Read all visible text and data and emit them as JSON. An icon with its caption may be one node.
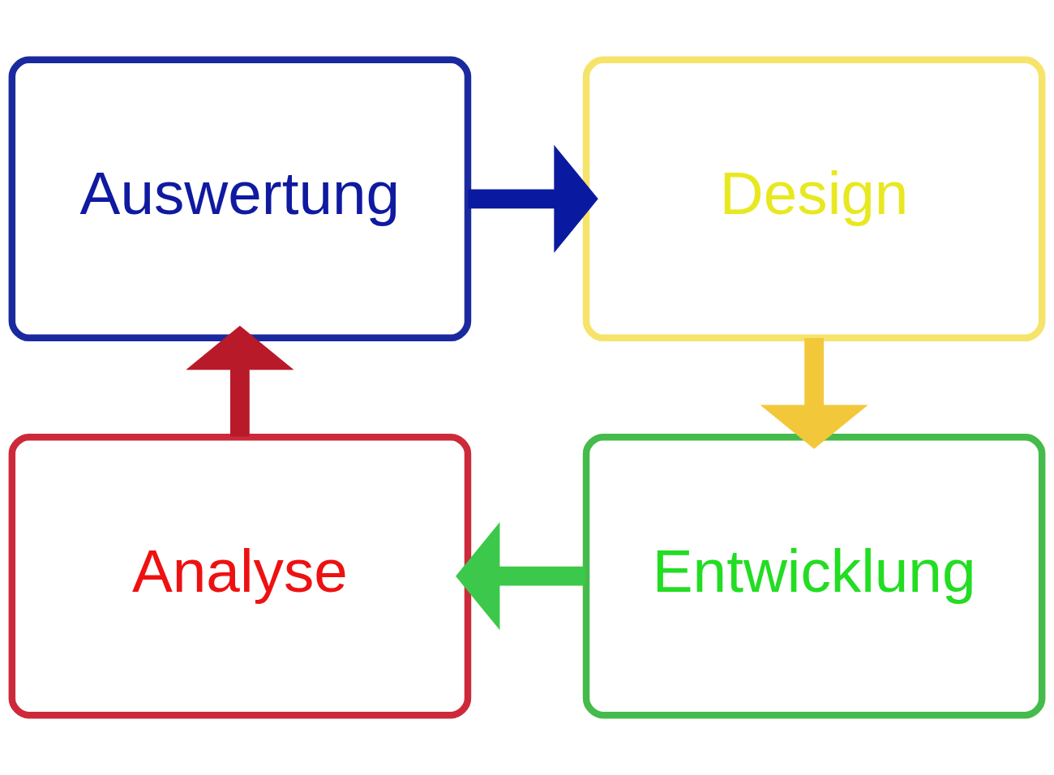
{
  "diagram": {
    "nodes": [
      {
        "text": [
          "Auswertung"
        ]
      },
      {
        "text": [
          "Design"
        ]
      },
      {
        "text": [
          "Entwicklung"
        ]
      },
      {
        "text": [
          "Analyse"
        ]
      }
    ],
    "edges": [
      {
        "from": 0,
        "to": 1,
        "arrow": "to",
        "color": "#0a1aa0"
      },
      {
        "from": 1,
        "to": 2,
        "arrow": "to",
        "color": "#f2c83a"
      },
      {
        "from": 2,
        "to": 3,
        "arrow": "to",
        "color": "#3cc84a"
      },
      {
        "from": 3,
        "to": 0,
        "arrow": "to",
        "color": "#b81a2a"
      }
    ]
  }
}
